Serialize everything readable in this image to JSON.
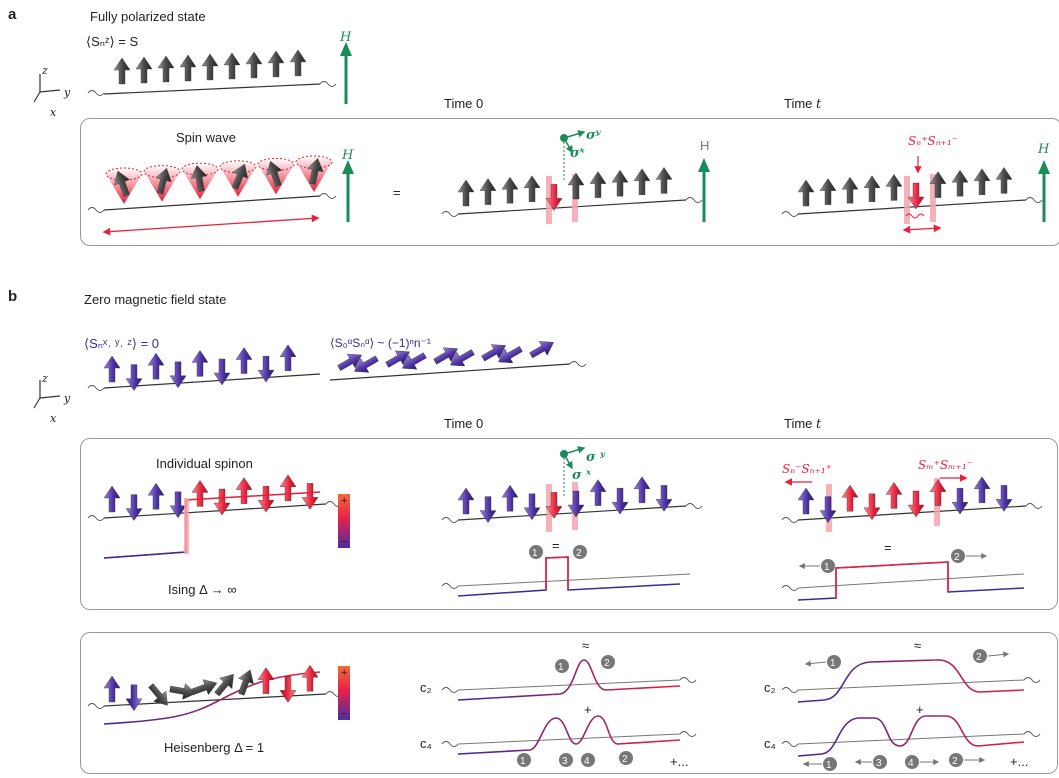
{
  "panel_a": {
    "letter": "a",
    "title": "Fully polarized state",
    "expectation": "⟨Sₙᶻ⟩ = S",
    "field_label": "H",
    "axes": {
      "z": "z",
      "y": "y",
      "x": "x"
    },
    "time0": "Time 0",
    "timet_prefix": "Time ",
    "timet_var": "t",
    "box": {
      "title": "Spin wave",
      "field_label": "H",
      "equals": "=",
      "field_label_grey": "H",
      "sigma_y": "σʸ",
      "sigma_x": "σˣ",
      "op_label": "Sₙ⁺Sₙ₊₁⁻",
      "field_label_right": "H"
    }
  },
  "panel_b": {
    "letter": "b",
    "title": "Zero magnetic field state",
    "expectation1": "⟨Sₙˣ˒ ʸ˒ ᶻ⟩ = 0",
    "expectation2": "⟨S₀ᵅSₙᵅ⟩ ~ (−1)ⁿn⁻¹",
    "axes": {
      "z": "z",
      "y": "y",
      "x": "x"
    },
    "time0": "Time 0",
    "timet_prefix": "Time ",
    "timet_var": "t",
    "box1": {
      "title": "Individual spinon",
      "ising_label": "Ising Δ → ∞",
      "plus": "+",
      "minus": "−",
      "sigma_y": "σ ʸ",
      "sigma_x": "σ ˣ",
      "marker1": "1",
      "marker2": "2",
      "equals": "=",
      "op_left": "Sₙ⁻Sₙ₊₁⁺",
      "op_right": "Sₘ⁺Sₘ₊₁⁻"
    },
    "box2": {
      "heisenberg_label": "Heisenberg Δ = 1",
      "plus": "+",
      "minus": "−",
      "approx": "≈",
      "c2": "c₂",
      "c4": "c₄",
      "sum_plus": "+",
      "continuation": "+...",
      "m1": "1",
      "m2": "2",
      "m3": "3",
      "m4": "4"
    }
  },
  "colors": {
    "grey_spin": "#5a5a5a",
    "green": "#1a8c5a",
    "red": "#e8203a",
    "purple": "#4b2fa0",
    "pink": "#f5a3ad"
  }
}
